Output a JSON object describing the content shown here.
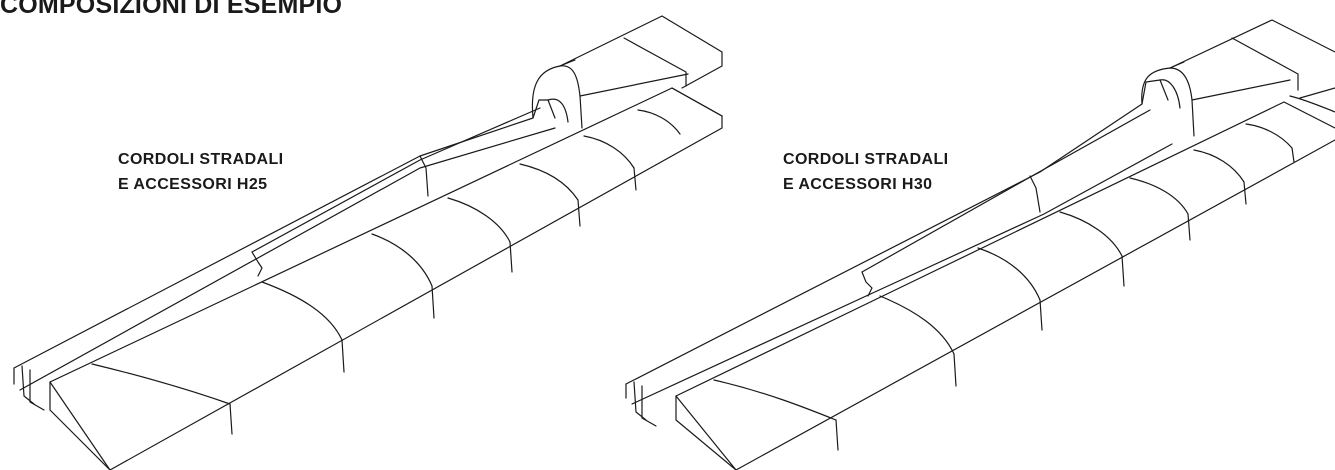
{
  "page": {
    "title": "COMPOSIZIONI DI ESEMPIO"
  },
  "compositions": [
    {
      "line1": "CORDOLI STRADALI",
      "line2": "E ACCESSORI  H25"
    },
    {
      "line1": "CORDOLI STRADALI",
      "line2": "E ACCESSORI  H30"
    }
  ],
  "style": {
    "stroke": "#1a1a1a",
    "background": "#ffffff"
  }
}
